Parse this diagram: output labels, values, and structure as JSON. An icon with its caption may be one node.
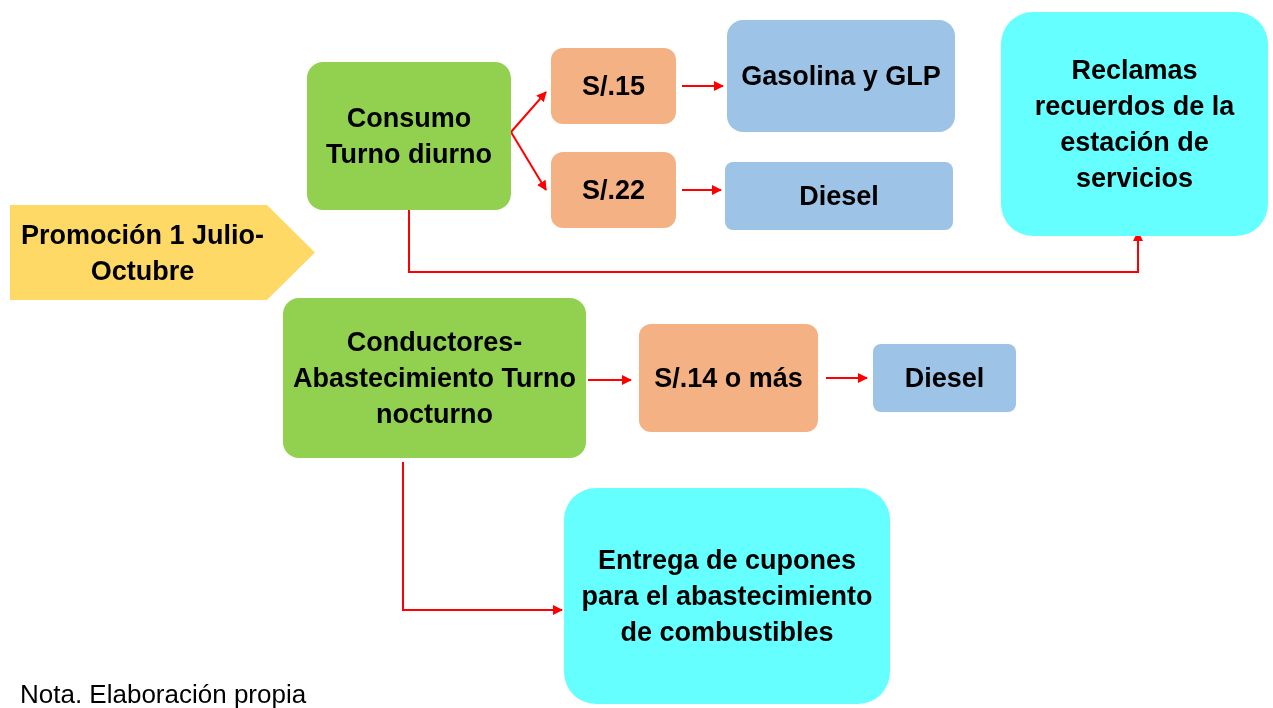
{
  "diagram": {
    "nodes": [
      {
        "text": [
          "Promoción 1 Julio-Octubre"
        ]
      },
      {
        "text": [
          "Consumo Turno diurno"
        ]
      },
      {
        "text": [
          "S/.15"
        ]
      },
      {
        "text": [
          "S/.22"
        ]
      },
      {
        "text": [
          "Gasolina y GLP"
        ]
      },
      {
        "text": [
          "Diesel"
        ]
      },
      {
        "text": [
          "Reclamas recuerdos de la estación de servicios"
        ]
      },
      {
        "text": [
          "Conductores-Abastecimiento Turno nocturno"
        ]
      },
      {
        "text": [
          "S/.14 o más"
        ]
      },
      {
        "text": [
          "Diesel"
        ]
      },
      {
        "text": [
          "Entrega de cupones para el abastecimiento de combustibles"
        ]
      }
    ],
    "edges": [
      {
        "from": 1,
        "to": 2,
        "arrow": "to"
      },
      {
        "from": 1,
        "to": 3,
        "arrow": "to"
      },
      {
        "from": 2,
        "to": 4,
        "arrow": "to"
      },
      {
        "from": 3,
        "to": 5,
        "arrow": "to"
      },
      {
        "from": 1,
        "to": 6,
        "arrow": "to"
      },
      {
        "from": 7,
        "to": 8,
        "arrow": "to"
      },
      {
        "from": 8,
        "to": 9,
        "arrow": "to"
      },
      {
        "from": 7,
        "to": 10,
        "arrow": "to"
      }
    ],
    "labels": [
      "Nota. Elaboración propia"
    ]
  }
}
